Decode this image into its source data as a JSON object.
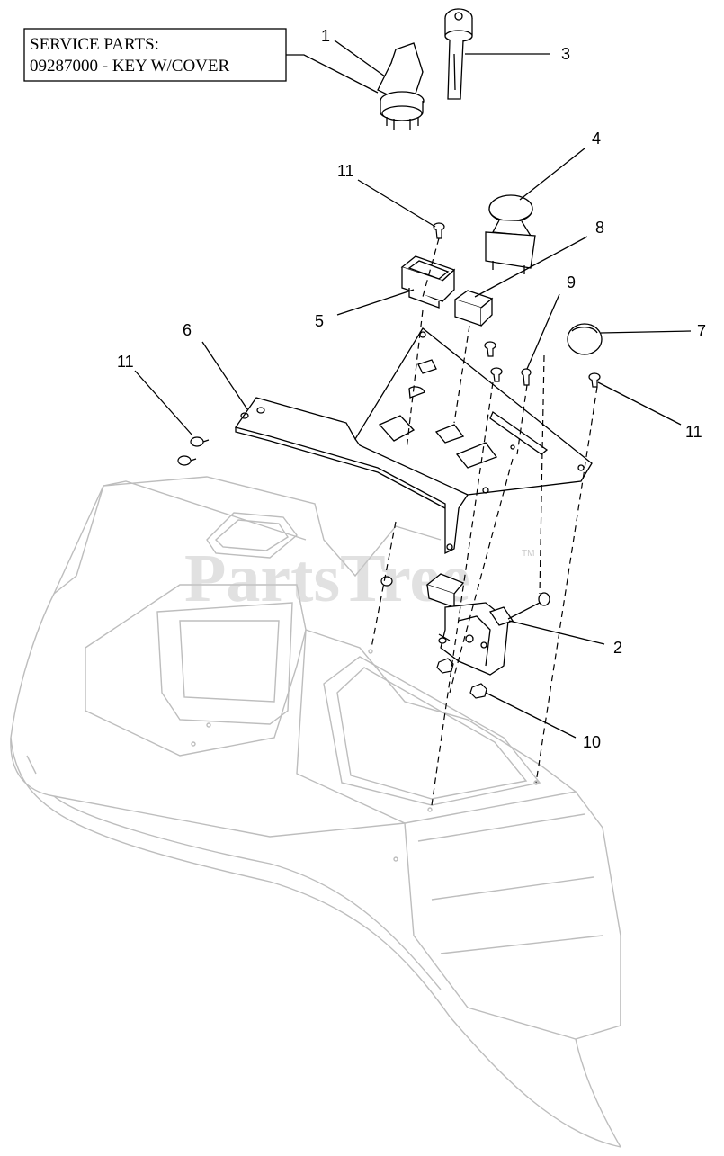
{
  "service_box": {
    "line1": "SERVICE PARTS:",
    "line2": "09287000 - KEY W/COVER"
  },
  "watermark": {
    "text": "PartsTree",
    "tm": "TM"
  },
  "callouts": {
    "c1": "1",
    "c2": "2",
    "c3": "3",
    "c4": "4",
    "c5": "5",
    "c6": "6",
    "c7": "7",
    "c8": "8",
    "c9": "9",
    "c10": "10",
    "c11a": "11",
    "c11b": "11",
    "c11c": "11"
  },
  "colors": {
    "line": "#000000",
    "housing": "#bdbdbd",
    "watermark": "#c9c9c9"
  }
}
